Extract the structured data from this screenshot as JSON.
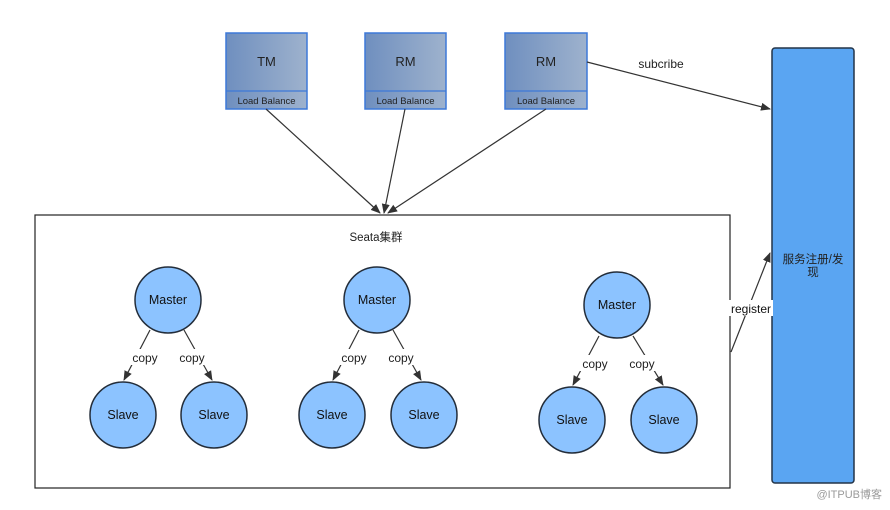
{
  "clients": [
    {
      "title": "TM",
      "sub": "Load Balance"
    },
    {
      "title": "RM",
      "sub": "Load Balance"
    },
    {
      "title": "RM",
      "sub": "Load Balance"
    }
  ],
  "cluster": {
    "title": "Seata集群"
  },
  "groups": [
    {
      "master": "Master",
      "slave_left": "Slave",
      "slave_right": "Slave",
      "copy_left": "copy",
      "copy_right": "copy"
    },
    {
      "master": "Master",
      "slave_left": "Slave",
      "slave_right": "Slave",
      "copy_left": "copy",
      "copy_right": "copy"
    },
    {
      "master": "Master",
      "slave_left": "Slave",
      "slave_right": "Slave",
      "copy_left": "copy",
      "copy_right": "copy"
    }
  ],
  "registry": {
    "line1": "服务注册/发",
    "line2": "现"
  },
  "edges": {
    "subscribe": "subcribe",
    "register": "register"
  },
  "watermark": "@ITPUB博客",
  "colors": {
    "box_fill": "#7f9fc9",
    "box_border": "#3d79d8",
    "node_fill": "#8cc3ff",
    "node_border": "#232d3a",
    "registry_fill": "#5aa5f2"
  }
}
